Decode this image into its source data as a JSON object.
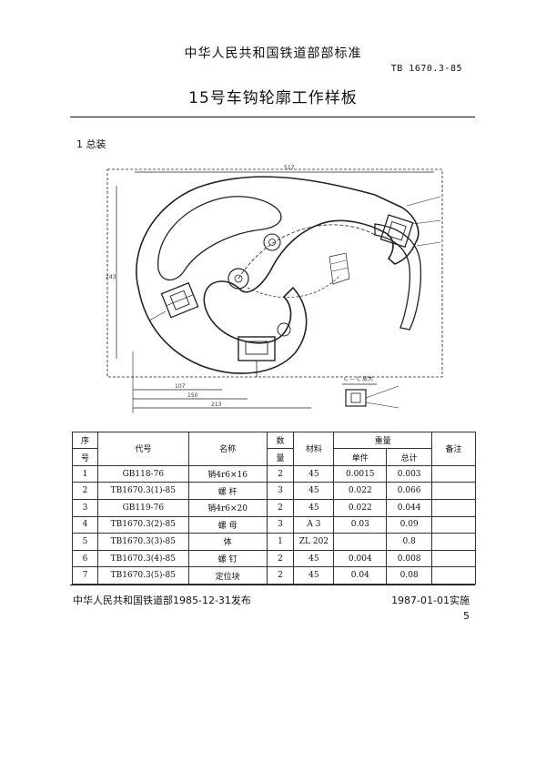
{
  "header": {
    "organization": "中华人民共和国铁道部部标准",
    "standard_code": "TB  1670.3-85",
    "title": "15号车钩轮廓工作样板"
  },
  "section": {
    "heading": "1  总装"
  },
  "drawing": {
    "dimension_top": "517",
    "dimension_left": "243",
    "dimension_bottom_1": "107",
    "dimension_bottom_2": "150",
    "dimension_bottom_3": "213",
    "detail_label": "C — C 放大"
  },
  "table": {
    "headers": {
      "seq_top": "序",
      "seq_bottom": "号",
      "code": "代号",
      "name": "名称",
      "qty_top": "数",
      "qty_bottom": "量",
      "material": "材料",
      "weight": "重量",
      "unit_weight": "单件",
      "total_weight": "总计",
      "remarks": "备注"
    },
    "rows": [
      {
        "seq": "1",
        "code": "GB118-76",
        "name": "销4r6×16",
        "qty": "2",
        "material": "45",
        "unit": "0.0015",
        "total": "0.003",
        "remark": ""
      },
      {
        "seq": "2",
        "code": "TB1670.3(1)-85",
        "name": "螺  杆",
        "qty": "3",
        "material": "45",
        "unit": "0.022",
        "total": "0.066",
        "remark": ""
      },
      {
        "seq": "3",
        "code": "GB119-76",
        "name": "销4r6×20",
        "qty": "2",
        "material": "45",
        "unit": "0.022",
        "total": "0.044",
        "remark": ""
      },
      {
        "seq": "4",
        "code": "TB1670.3(2)-85",
        "name": "螺  母",
        "qty": "3",
        "material": "A 3",
        "unit": "0.03",
        "total": "0.09",
        "remark": ""
      },
      {
        "seq": "5",
        "code": "TB1670.3(3)-85",
        "name": "体",
        "qty": "1",
        "material": "ZL 202",
        "unit": "",
        "total": "0.8",
        "remark": ""
      },
      {
        "seq": "6",
        "code": "TB1670.3(4)-85",
        "name": "螺  钉",
        "qty": "2",
        "material": "45",
        "unit": "0.004",
        "total": "0.008",
        "remark": ""
      },
      {
        "seq": "7",
        "code": "TB1670.3(5)-85",
        "name": "定位块",
        "qty": "2",
        "material": "45",
        "unit": "0.04",
        "total": "0.08",
        "remark": ""
      }
    ]
  },
  "footer": {
    "issued": "中华人民共和国铁道部1985-12-31发布",
    "effective": "1987-01-01实施",
    "page_number": "5"
  }
}
